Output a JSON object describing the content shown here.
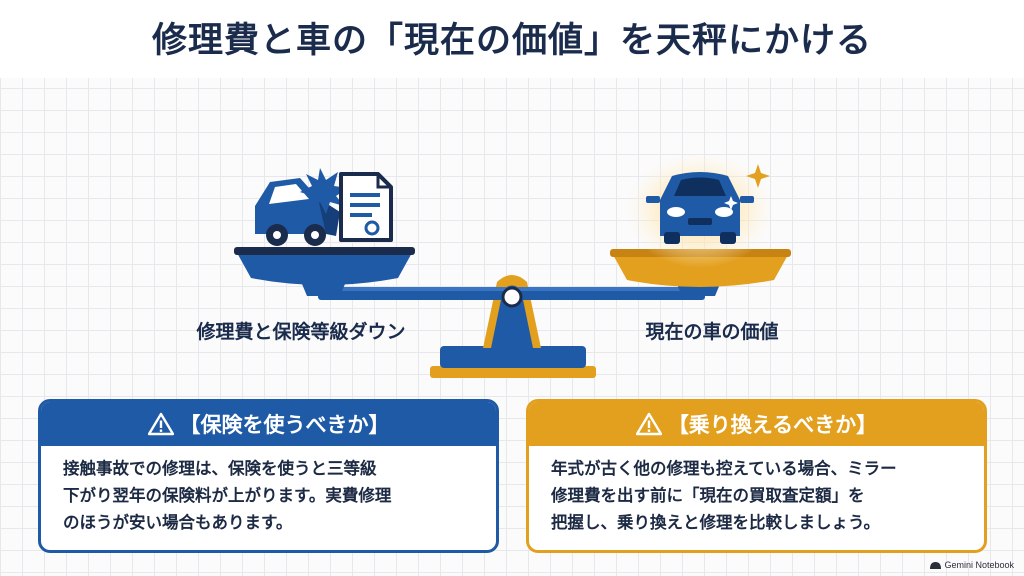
{
  "title": "修理費と車の「現在の価値」を天秤にかける",
  "scale": {
    "left_label": "修理費と保険等級ダウン",
    "right_label": "現在の車の価値"
  },
  "cards": {
    "left": {
      "heading": "【保険を使うべきか】",
      "lines": [
        "接触事故での修理は、保険を使うと三等級",
        "下がり翌年の保険料が上がります。実費修理",
        "のほうが安い場合もあります。"
      ]
    },
    "right": {
      "heading": "【乗り換えるべきか】",
      "lines": [
        "年式が古く他の修理も控えている場合、ミラー",
        "修理費を出す前に「現在の買取査定額」を",
        "把握し、乗り換えと修理を比較しましょう。"
      ]
    }
  },
  "watermark": "Gemini Notebook",
  "colors": {
    "navy": "#1a2b4c",
    "blue": "#1f5aa6",
    "orange": "#e3a01f"
  },
  "icons": [
    "crashed-car-icon",
    "collision-burst-icon",
    "document-icon",
    "car-front-icon",
    "sparkle-icon",
    "warning-icon"
  ]
}
